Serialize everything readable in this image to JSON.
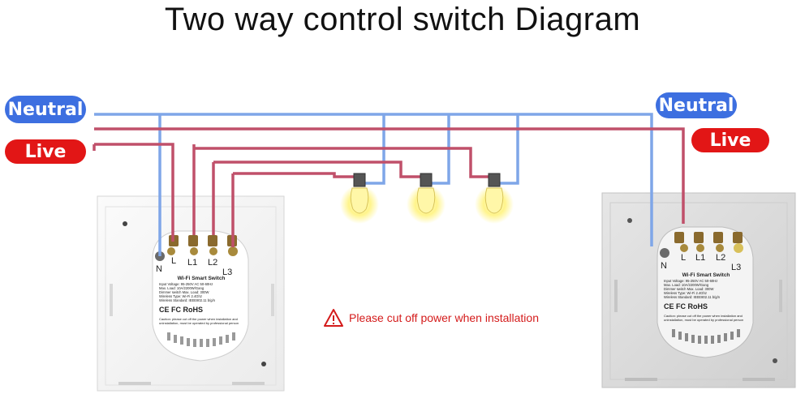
{
  "title": "Two way control switch Diagram",
  "labels": {
    "neutral_left": "Neutral",
    "live_left": "Live",
    "neutral_right": "Neutral",
    "live_right": "Live"
  },
  "warning": "Please cut off power when installation",
  "switch_left": {
    "terminals": [
      "N",
      "L",
      "L1",
      "L2",
      "L3"
    ],
    "module_title": "Wi-Fi Smart Switch",
    "specs": [
      "Input Voltage: 95-250V AC 50-60Hz",
      "Max. Load: 10A/2200W/Gang",
      "Dimmer switch Max. Load: 300W",
      "Wireless Type: Wi-Fi 2.4Ghz",
      "Wireless Standard: IEEE802.11 b/g/n"
    ],
    "certs": "CE FC RoHS",
    "caution": "Caution: please cut off the power when installation and uninstallation, must be operated by professional person"
  },
  "switch_right": {
    "terminals": [
      "N",
      "L",
      "L1",
      "L2",
      "L3"
    ],
    "module_title": "Wi-Fi Smart Switch",
    "specs": [
      "Input Voltage: 95-250V AC 50-60Hz",
      "Max. Load: 10A/2200W/Gang",
      "Dimmer switch Max. Load: 300W",
      "Wireless Type: Wi-Fi 2.4Ghz",
      "Wireless Standard: IEEE802.11 b/g/n"
    ],
    "certs": "CE FC RoHS",
    "caution": "Caution: please cut off the power when installation and uninstallation, must be operated by professional person"
  },
  "colors": {
    "neutral_wire": "#7fa6e8",
    "live_wire": "#c0506a",
    "neutral_label": "#3d6fe0",
    "live_label": "#e21616",
    "warning": "#d41b1b"
  }
}
